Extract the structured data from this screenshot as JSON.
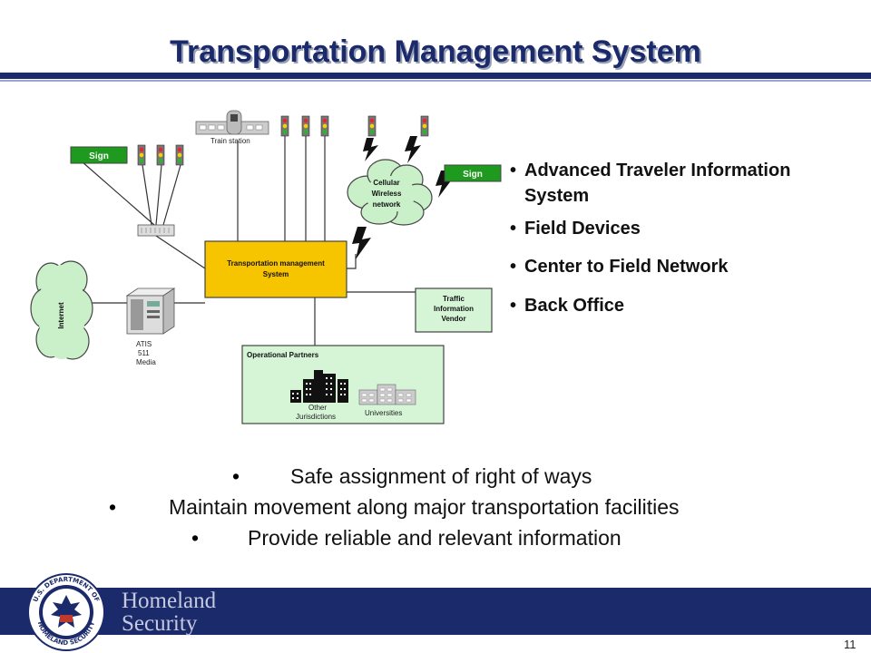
{
  "slide": {
    "title": "Transportation Management System",
    "page_number": "11"
  },
  "diagram": {
    "sign_left": "Sign",
    "sign_right": "Sign",
    "train_station": "Train station",
    "cellular_line1": "Cellular",
    "cellular_line2": "Wireless",
    "cellular_line3": "network",
    "tms_line1": "Transportation management",
    "tms_line2": "System",
    "internet": "Internet",
    "atis_line1": "ATIS",
    "atis_line2": "511",
    "atis_line3": "Media",
    "traffic_line1": "Traffic",
    "traffic_line2": "Information",
    "traffic_line3": "Vendor",
    "partners_title": "Operational Partners",
    "other_line1": "Other",
    "other_line2": "Jurisdictions",
    "universities": "Universities",
    "colors": {
      "sign_green": "#1e9a1e",
      "tms_yellow": "#f7c400",
      "cloud_green": "#c9f0c9",
      "panel_green": "#d6f5d6"
    }
  },
  "legend": {
    "items": [
      "Advanced Traveler Information System",
      "Field Devices",
      "Center to Field Network",
      "Back Office"
    ]
  },
  "bullets": {
    "items": [
      "Safe assignment of right of ways",
      "Maintain movement along major transportation facilities",
      "Provide reliable and relevant information"
    ]
  },
  "footer": {
    "brand_line1": "Homeland",
    "brand_line2": "Security",
    "seal_text_top": "U.S. DEPARTMENT OF",
    "seal_text_bottom": "HOMELAND SECURITY"
  }
}
